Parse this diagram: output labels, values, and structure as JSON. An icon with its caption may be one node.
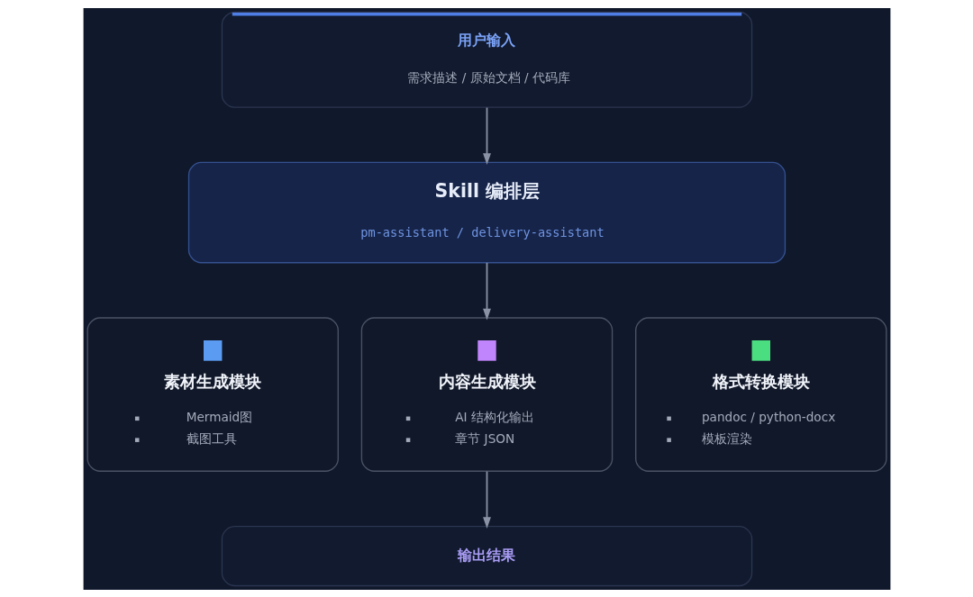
{
  "diagram": {
    "nodes": [
      {
        "text": [
          "用户输入",
          "需求描述 / 原始文档 / 代码库"
        ]
      },
      {
        "text": [
          "Skill 编排层",
          "pm-assistant / delivery-assistant"
        ]
      },
      {
        "text": [
          "素材生成模块",
          "Mermaid图",
          "截图工具"
        ]
      },
      {
        "text": [
          "内容生成模块",
          "AI 结构化输出",
          "章节 JSON"
        ]
      },
      {
        "text": [
          "格式转换模块",
          "pandoc / python-docx",
          "模板渲染"
        ]
      },
      {
        "text": [
          "输出结果"
        ]
      }
    ],
    "edges": [
      {
        "from": 0,
        "to": 1,
        "arrow": "to"
      },
      {
        "from": 1,
        "to": 3,
        "arrow": "to"
      },
      {
        "from": 3,
        "to": 5,
        "arrow": "to"
      }
    ]
  }
}
